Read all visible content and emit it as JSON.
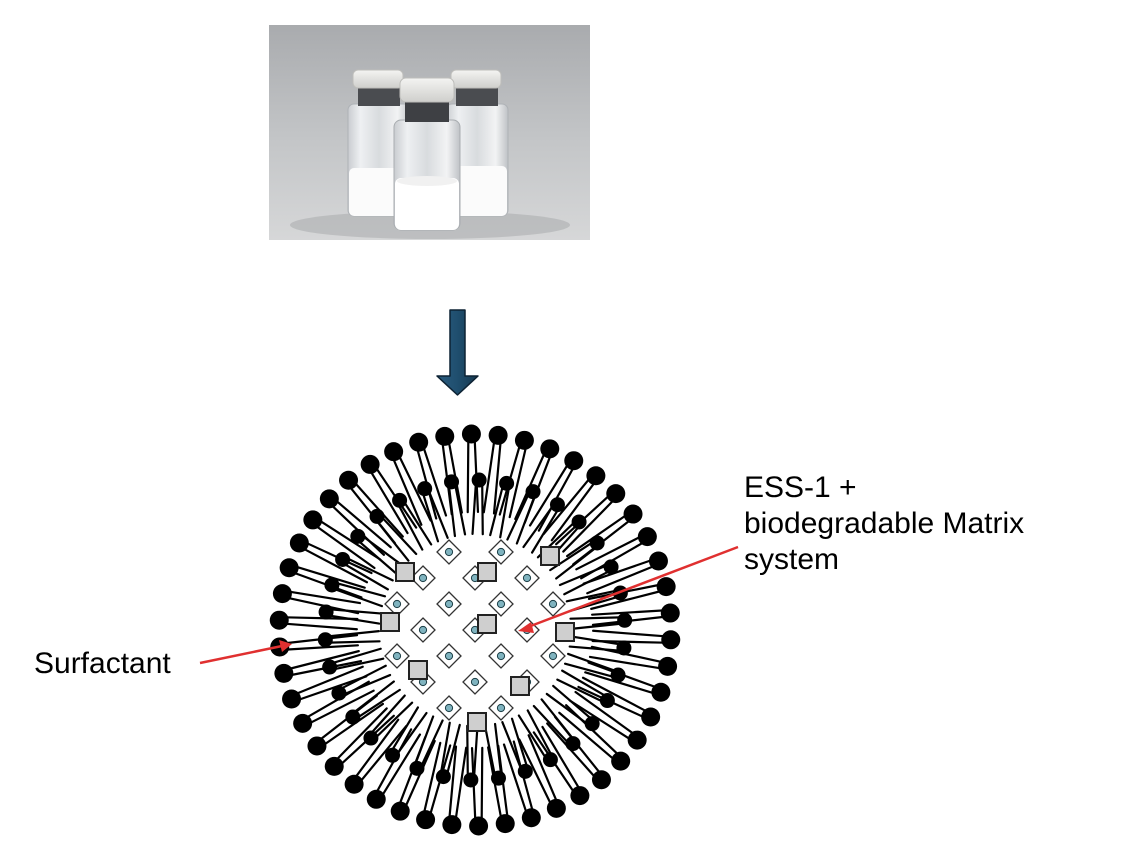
{
  "labels": {
    "surfactant": "Surfactant",
    "matrix_line1": "ESS-1 +",
    "matrix_line2": "biodegradable Matrix",
    "matrix_line3": "system"
  },
  "icons": {
    "vials": "vials-photo-icon",
    "arrow": "down-arrow-icon",
    "micelle": "micelle-structure-icon"
  },
  "colors": {
    "arrow_fill": "#1f4e6e",
    "arrow_stroke": "#0d2233",
    "pointer": "#e03030",
    "lipid": "#000000",
    "photo_bg": "#b8babd"
  }
}
